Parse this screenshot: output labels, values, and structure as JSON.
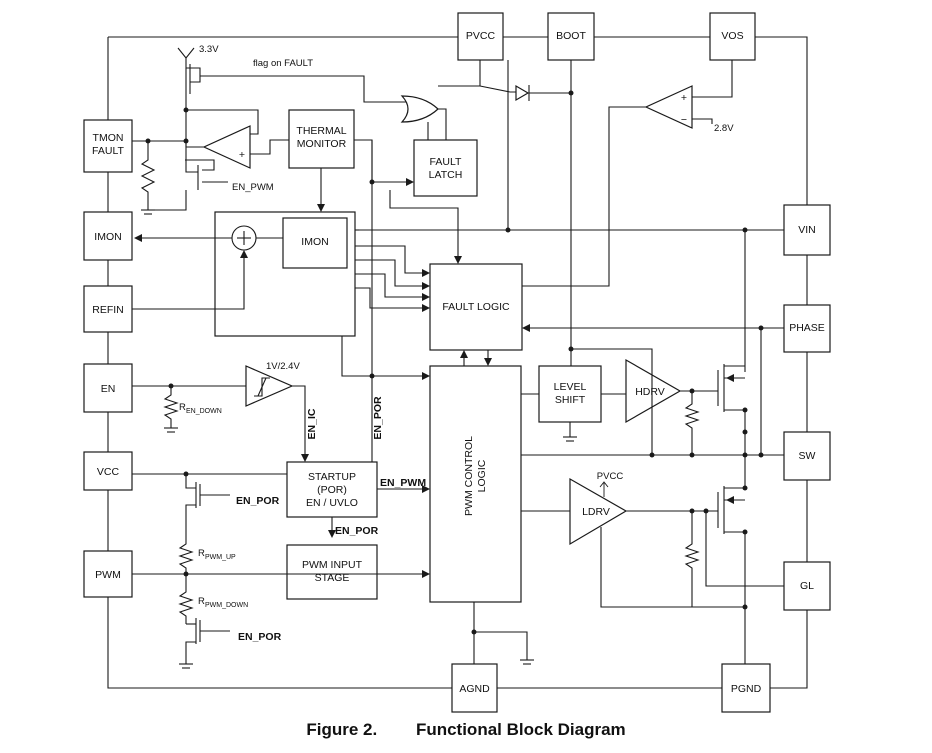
{
  "pins": {
    "pvcc": "PVCC",
    "boot": "BOOT",
    "vos": "VOS",
    "tmon_fault_1": "TMON",
    "tmon_fault_2": "FAULT",
    "imon": "IMON",
    "refin": "REFIN",
    "en": "EN",
    "vcc": "VCC",
    "pwm": "PWM",
    "vin": "VIN",
    "phase": "PHASE",
    "sw": "SW",
    "gl": "GL",
    "agnd": "AGND",
    "pgnd": "PGND"
  },
  "blocks": {
    "thermal_1": "THERMAL",
    "thermal_2": "MONITOR",
    "fault_latch_1": "FAULT",
    "fault_latch_2": "LATCH",
    "imon_inner": "IMON",
    "fault_logic": "FAULT LOGIC",
    "startup_1": "STARTUP",
    "startup_2": "(POR)",
    "startup_3": "EN / UVLO",
    "pwm_input_1": "PWM INPUT",
    "pwm_input_2": "STAGE",
    "level_shift_1": "LEVEL",
    "level_shift_2": "SHIFT",
    "hdrv": "HDRV",
    "ldrv": "LDRV",
    "pwm_control_1": "PWM CONTROL",
    "pwm_control_2": "LOGIC"
  },
  "labels": {
    "v33": "3.3V",
    "flag_on_fault": "flag on FAULT",
    "en_pwm_small": "EN_PWM",
    "v28": "2.8V",
    "v1v24": "1V/2.4V",
    "en_ic": "EN_IC",
    "en_por_vert": "EN_POR",
    "en_pwm_bold": "EN_PWM",
    "en_por_1": "EN_POR",
    "en_por_2": "EN_POR",
    "en_por_3": "EN_POR",
    "r": "R",
    "en_down": "EN_DOWN",
    "pwm_up": "PWM_UP",
    "pwm_down": "PWM_DOWN",
    "pvcc_ldrv": "PVCC",
    "plus": "+",
    "minus": "−"
  },
  "caption": {
    "number": "Figure 2.",
    "title": "Functional Block Diagram"
  }
}
